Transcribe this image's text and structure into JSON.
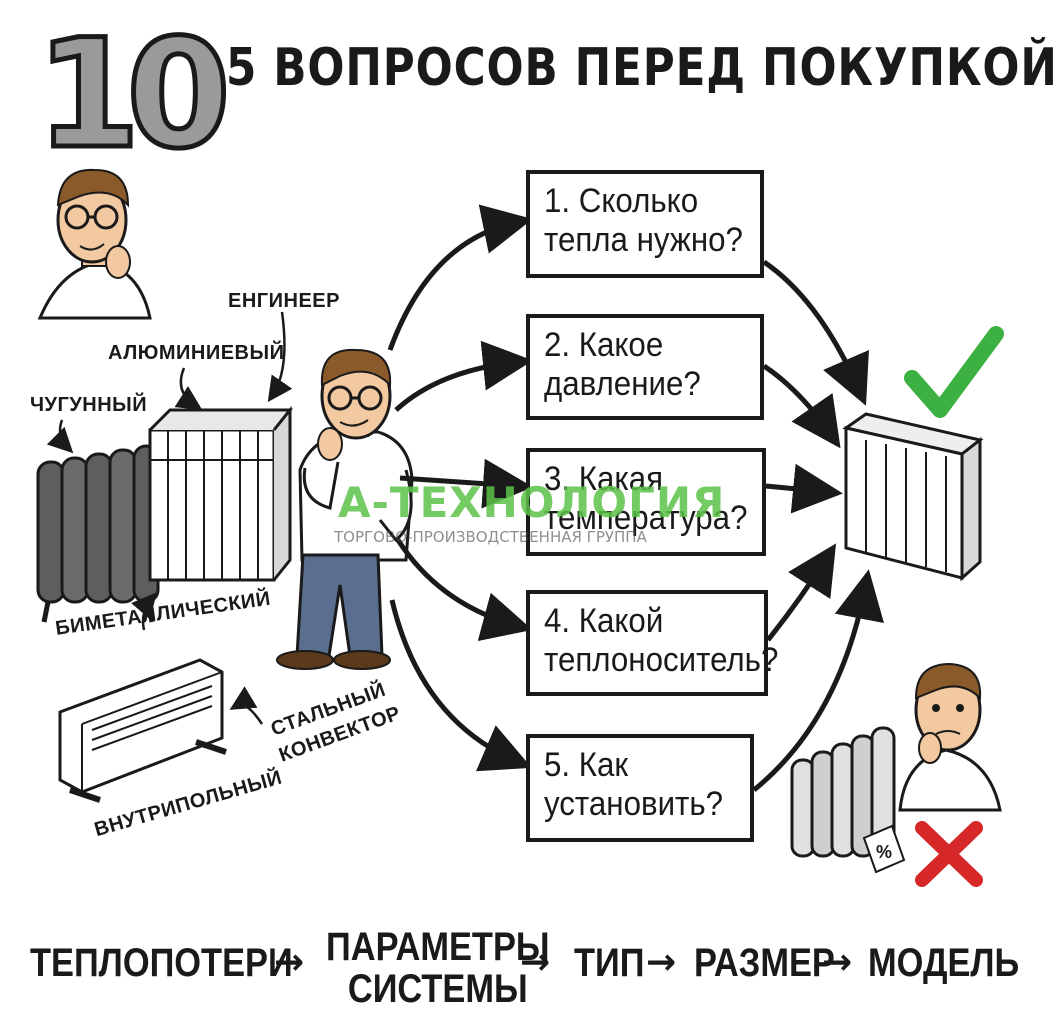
{
  "header": {
    "big_number": "10",
    "title": "5 ВОПРОСОВ ПЕРЕД ПОКУПКОЙ"
  },
  "questions": [
    {
      "line1": "1. Сколько",
      "line2": "тепла нужно?"
    },
    {
      "line1": "2. Какое",
      "line2": "давление?"
    },
    {
      "line1": "3. Какая",
      "line2": "температура?"
    },
    {
      "line1": "4. Какой",
      "line2": "теплоноситель?"
    },
    {
      "line1": "5. Как",
      "line2": "установить?"
    }
  ],
  "labels": {
    "engineer": "ЕНГИНЕЕР",
    "aluminum": "АЛЮМИНИЕВЫЙ",
    "cast_iron": "ЧУГУННЫЙ",
    "bimetal": "БИМЕТАЛЛИЧЕСКИЙ",
    "convector_line1": "СТАЛЬНЫЙ",
    "convector_line2": "КОНВЕКТОР",
    "in_floor": "ВНУТРИПОЛЬНЫЙ"
  },
  "watermark": {
    "main": "А-ТЕХНОЛОГИЯ",
    "sub": "ТОРГОВО-ПРОИЗВОДСТВЕННАЯ ГРУППА"
  },
  "tag_text": "%",
  "flow": {
    "step1": "ТЕПЛОПОТЕРИ",
    "step2_line1": "ПАРАМЕТРЫ",
    "step2_line2": "СИСТЕМЫ",
    "step3": "ТИП",
    "step4": "РАЗМЕР",
    "step5": "МОДЕЛЬ",
    "arrow": "→"
  },
  "colors": {
    "ink": "#1a1a1a",
    "check": "#3cb043",
    "cross": "#d62828",
    "watermark": "#5cc24a",
    "skin": "#f2c9a0",
    "hair": "#8a5a2b",
    "jeans": "#5a6f8f"
  }
}
